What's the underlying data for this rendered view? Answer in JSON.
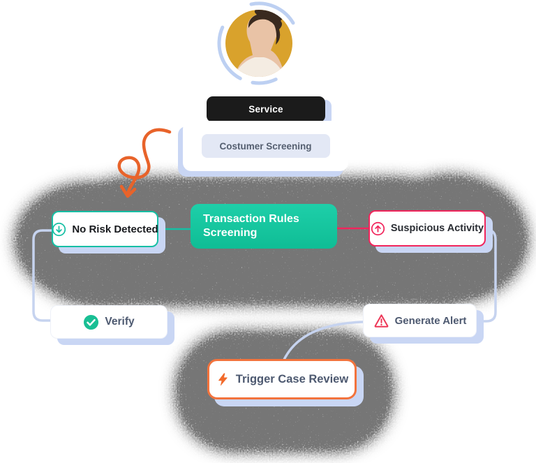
{
  "header": {
    "service_tab": "Service",
    "service_item": "Costumer Screening",
    "avatar": "customer-avatar"
  },
  "flow": {
    "center_node": "Transaction Rules Screening",
    "no_risk_node": "No Risk Detected",
    "suspicious_node": "Suspicious Activity",
    "verify_node": "Verify",
    "generate_alert_node": "Generate Alert",
    "trigger_review_node": "Trigger Case Review"
  },
  "icons": {
    "no_risk": "arrow-down-circle-icon",
    "suspicious": "arrow-up-circle-icon",
    "verify": "check-circle-icon",
    "generate_alert": "warning-triangle-icon",
    "trigger_review": "lightning-bolt-icon",
    "doodle": "hand-drawn-swirl-arrow"
  },
  "colors": {
    "teal": "#16bfa4",
    "green_gradient_top": "#1ecfa9",
    "green_gradient_bottom": "#0fbd95",
    "pink": "#f1255c",
    "orange_border": "#f2733d",
    "orange_doodle": "#e8632a",
    "lavender_line": "#c6d3ef",
    "shadow_blue": "#c9d6f4",
    "avatar_gold": "#d9a22c",
    "tab_black": "#1b1b1b",
    "text_dark": "#17191d",
    "text_slate": "#4d5970",
    "noise_gray": "#767676"
  }
}
